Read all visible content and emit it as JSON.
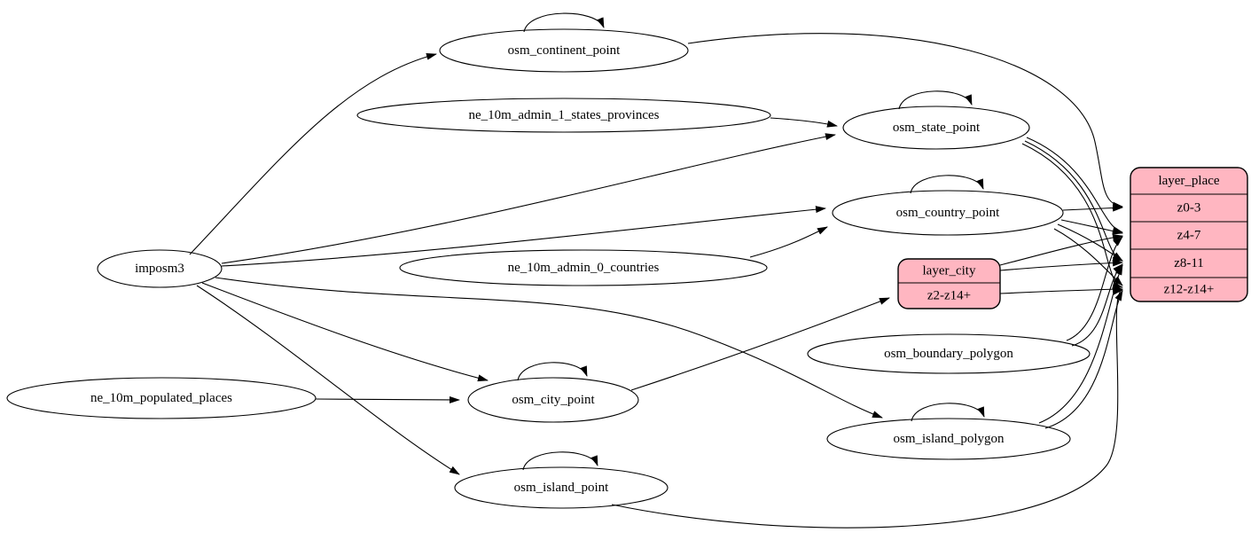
{
  "diagram": {
    "background_color": "#ffffff",
    "ellipse_fill": "#ffffff",
    "record_fill": "#ffb6c1",
    "stroke_color": "#000000",
    "nodes": [
      {
        "id": "imposm3",
        "type": "ellipse",
        "label": "imposm3"
      },
      {
        "id": "osm_continent_point",
        "type": "ellipse",
        "label": "osm_continent_point"
      },
      {
        "id": "ne_10m_admin_1_states_provinces",
        "type": "ellipse",
        "label": "ne_10m_admin_1_states_provinces"
      },
      {
        "id": "osm_state_point",
        "type": "ellipse",
        "label": "osm_state_point"
      },
      {
        "id": "osm_country_point",
        "type": "ellipse",
        "label": "osm_country_point"
      },
      {
        "id": "ne_10m_admin_0_countries",
        "type": "ellipse",
        "label": "ne_10m_admin_0_countries"
      },
      {
        "id": "osm_boundary_polygon",
        "type": "ellipse",
        "label": "osm_boundary_polygon"
      },
      {
        "id": "osm_island_polygon",
        "type": "ellipse",
        "label": "osm_island_polygon"
      },
      {
        "id": "ne_10m_populated_places",
        "type": "ellipse",
        "label": "ne_10m_populated_places"
      },
      {
        "id": "osm_city_point",
        "type": "ellipse",
        "label": "osm_city_point"
      },
      {
        "id": "osm_island_point",
        "type": "ellipse",
        "label": "osm_island_point"
      },
      {
        "id": "layer_city",
        "type": "record",
        "header": "layer_city",
        "rows": [
          "z2-z14+"
        ]
      },
      {
        "id": "layer_place",
        "type": "record",
        "header": "layer_place",
        "rows": [
          "z0-3",
          "z4-7",
          "z8-11",
          "z12-z14+"
        ]
      }
    ],
    "edges": [
      {
        "from": "imposm3",
        "to": "osm_continent_point"
      },
      {
        "from": "imposm3",
        "to": "osm_state_point"
      },
      {
        "from": "imposm3",
        "to": "osm_country_point"
      },
      {
        "from": "imposm3",
        "to": "osm_city_point"
      },
      {
        "from": "imposm3",
        "to": "osm_island_point"
      },
      {
        "from": "imposm3",
        "to": "osm_island_polygon"
      },
      {
        "from": "ne_10m_admin_1_states_provinces",
        "to": "osm_state_point"
      },
      {
        "from": "ne_10m_admin_0_countries",
        "to": "osm_country_point"
      },
      {
        "from": "ne_10m_populated_places",
        "to": "osm_city_point"
      },
      {
        "from": "osm_continent_point",
        "to": "osm_continent_point"
      },
      {
        "from": "osm_state_point",
        "to": "osm_state_point"
      },
      {
        "from": "osm_country_point",
        "to": "osm_country_point"
      },
      {
        "from": "osm_city_point",
        "to": "osm_city_point"
      },
      {
        "from": "osm_island_point",
        "to": "osm_island_point"
      },
      {
        "from": "osm_island_polygon",
        "to": "osm_island_polygon"
      },
      {
        "from": "osm_city_point",
        "to": "layer_city",
        "to_port": "z2-z14+"
      },
      {
        "from": "osm_continent_point",
        "to": "layer_place",
        "to_port": "z0-3"
      },
      {
        "from": "osm_country_point",
        "to": "layer_place",
        "to_port": "z0-3"
      },
      {
        "from": "osm_country_point",
        "to": "layer_place",
        "to_port": "z4-7"
      },
      {
        "from": "osm_country_point",
        "to": "layer_place",
        "to_port": "z8-11"
      },
      {
        "from": "osm_country_point",
        "to": "layer_place",
        "to_port": "z12-z14+"
      },
      {
        "from": "osm_state_point",
        "to": "layer_place",
        "to_port": "z4-7"
      },
      {
        "from": "osm_state_point",
        "to": "layer_place",
        "to_port": "z8-11"
      },
      {
        "from": "osm_state_point",
        "to": "layer_place",
        "to_port": "z12-z14+"
      },
      {
        "from": "layer_city",
        "to": "layer_place",
        "to_port": "z4-7"
      },
      {
        "from": "layer_city",
        "to": "layer_place",
        "to_port": "z8-11"
      },
      {
        "from": "layer_city",
        "to": "layer_place",
        "to_port": "z12-z14+"
      },
      {
        "from": "osm_boundary_polygon",
        "to": "layer_place",
        "to_port": "z4-7"
      },
      {
        "from": "osm_boundary_polygon",
        "to": "layer_place",
        "to_port": "z8-11"
      },
      {
        "from": "osm_island_polygon",
        "to": "layer_place",
        "to_port": "z8-11"
      },
      {
        "from": "osm_island_polygon",
        "to": "layer_place",
        "to_port": "z12-z14+"
      },
      {
        "from": "osm_island_point",
        "to": "layer_place",
        "to_port": "z12-z14+"
      }
    ]
  }
}
